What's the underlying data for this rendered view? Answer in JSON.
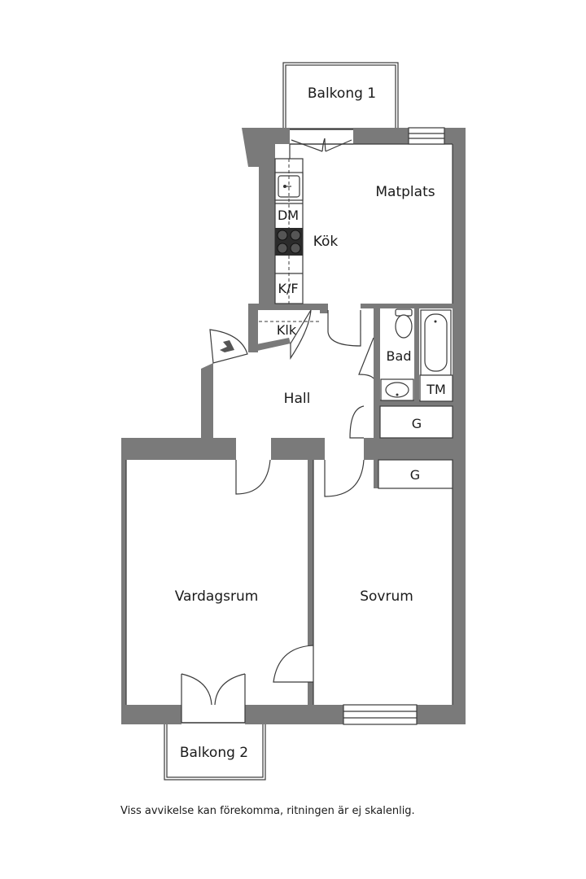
{
  "rooms": {
    "balkong1": "Balkong 1",
    "matplats": "Matplats",
    "kok": "Kök",
    "dm": "DM",
    "kf": "K/F",
    "klk": "Klk",
    "bad": "Bad",
    "tm": "TM",
    "hall": "Hall",
    "g1": "G",
    "g2": "G",
    "vardagsrum": "Vardagsrum",
    "sovrum": "Sovrum",
    "balkong2": "Balkong 2"
  },
  "footer": {
    "note": "Viss avvikelse kan förekomma, ritningen är ej skalenlig."
  },
  "colors": {
    "wall": "#7a7a7a",
    "line": "#3a3a3a"
  }
}
